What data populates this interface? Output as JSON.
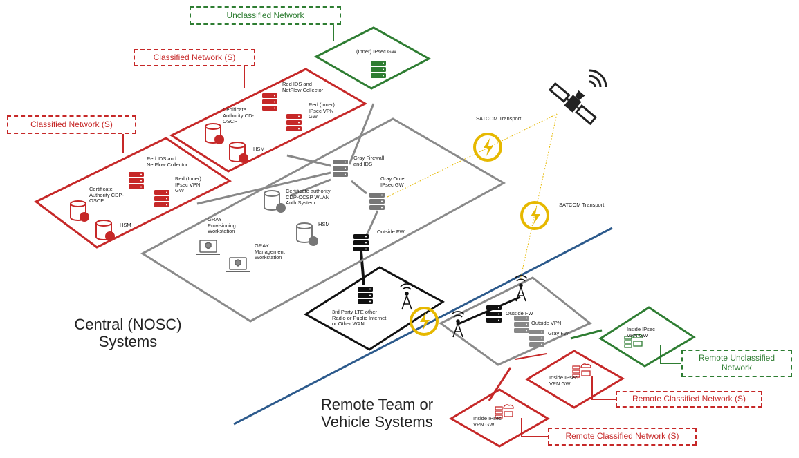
{
  "tags": {
    "unclassified": "Unclassified Network",
    "classified_upper": "Classified Network (S)",
    "classified_lower": "Classified Network (S)",
    "remote_unclassified": "Remote Unclassified Network",
    "remote_classified_upper": "Remote Classified Network (S)",
    "remote_classified_lower": "Remote Classified Network (S)"
  },
  "labels": {
    "inner_ipsec_gw": "(Inner) IPsec GW",
    "red_ids_upper": "Red IDS and NetFlow Collector",
    "red_inner_upper": "Red (Inner) IPsec VPN GW",
    "ca_upper": "Certificate Authority CD-OSCP",
    "hsm_upper": "HSM",
    "red_ids_lower": "Red IDS and NetFlow Collector",
    "red_inner_lower": "Red (Inner) IPsec VPN GW",
    "ca_lower": "Certificate Authority CDP-OSCP",
    "hsm_lower": "HSM",
    "gray_firewall": "Gray Firewall and IDS",
    "gray_outer": "Gray Outer IPsec GW",
    "gray_ca": "Certificate authority CDP-OCSP WLAN Auth System",
    "gray_hsm": "HSM",
    "gray_prov": "GRAY Provisioning Workstation",
    "gray_mgmt": "GRAY Management Workstation",
    "outside_fw": "Outside FW",
    "third_party": "3rd Party LTE other Radio or Public Internet or Other WAN",
    "satcom_1": "SATCOM Transport",
    "satcom_2": "SATCOM Transport",
    "remote_outside_fw": "Outside FW",
    "remote_outside_vpn": "Outside VPN",
    "remote_gray_fw": "Gray FW",
    "inside_ipsec_green": "Inside IPsec VPN GW",
    "inside_ipsec_red_upper": "Inside IPsec VPN GW",
    "inside_ipsec_red_lower": "Inside IPsec VPN GW"
  },
  "regions": {
    "central": "Central (NOSC) Systems",
    "remote": "Remote Team or Vehicle Systems"
  },
  "colors": {
    "red": "#c62828",
    "green": "#2e7d32",
    "gray": "#8a8a8a",
    "black": "#111111",
    "gold": "#e6b800",
    "blue": "#2c5a8c"
  }
}
